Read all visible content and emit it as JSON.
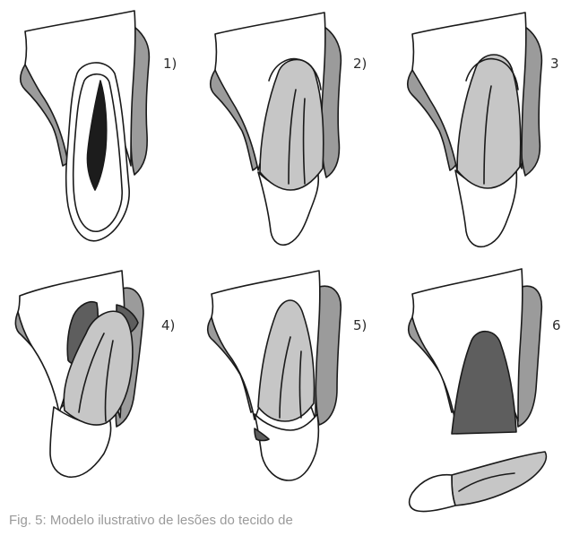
{
  "panels": [
    {
      "label": "1)"
    },
    {
      "label": "2)"
    },
    {
      "label": "3"
    },
    {
      "label": "4)"
    },
    {
      "label": "5)"
    },
    {
      "label": "6"
    }
  ],
  "caption": "Fig. 5: Modelo ilustrativo de lesões do tecido de",
  "colors": {
    "bone": "#ffffff",
    "gingiva": "#9b9b9b",
    "tooth_crown": "#c6c6c6",
    "pulp": "#1c1c1c",
    "dark_tissue": "#5e5e5e",
    "outline": "#1a1a1a",
    "caption": "#9a9a9a"
  }
}
